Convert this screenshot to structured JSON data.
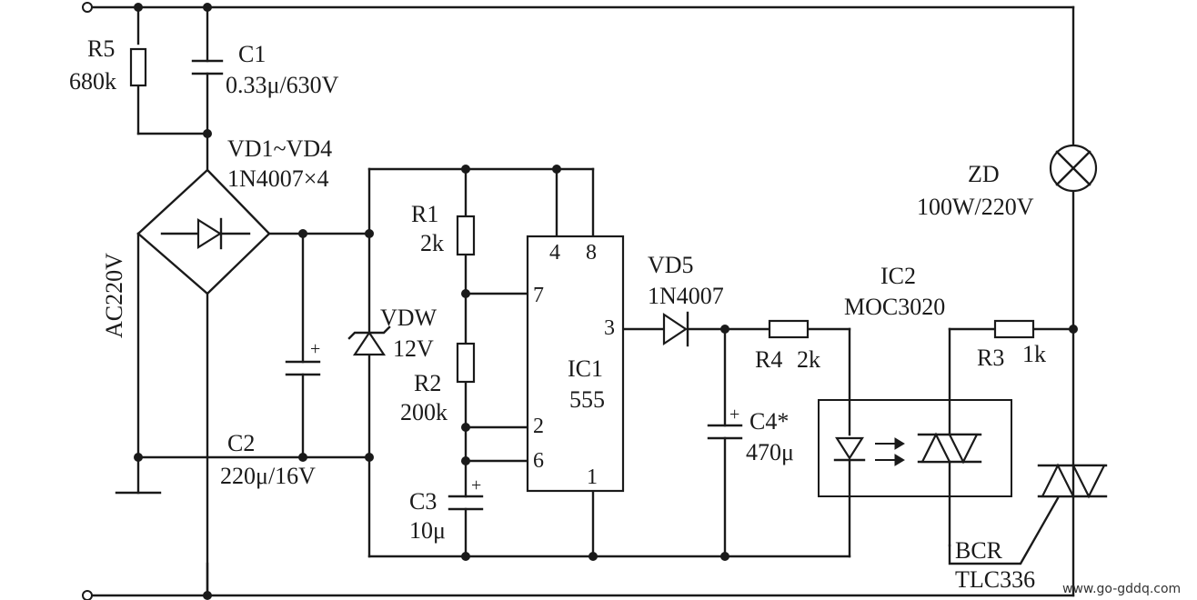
{
  "r5": {
    "name": "R5",
    "value": "680k"
  },
  "c1": {
    "name": "C1",
    "value": "0.33μ/630V"
  },
  "bridge": {
    "name": "VD1~VD4",
    "value": "1N4007×4"
  },
  "ac": {
    "label": "AC220V"
  },
  "c2": {
    "name": "C2",
    "value": "220μ/16V",
    "polarity": "+"
  },
  "vdw": {
    "name": "VDW",
    "value": "12V"
  },
  "r1": {
    "name": "R1",
    "value": "2k"
  },
  "r2": {
    "name": "R2",
    "value": "200k"
  },
  "c3": {
    "name": "C3",
    "value": "10μ",
    "polarity": "+"
  },
  "ic1": {
    "name": "IC1",
    "type": "555",
    "pins": {
      "p4": "4",
      "p8": "8",
      "p7": "7",
      "p3": "3",
      "p2": "2",
      "p6": "6",
      "p1": "1"
    }
  },
  "vd5": {
    "name": "VD5",
    "value": "1N4007"
  },
  "c4": {
    "name": "C4*",
    "value": "470μ",
    "polarity": "+"
  },
  "r4": {
    "name": "R4",
    "value": "2k"
  },
  "ic2": {
    "name": "IC2",
    "type": "MOC3020"
  },
  "r3": {
    "name": "R3",
    "value": "1k"
  },
  "zd": {
    "name": "ZD",
    "value": "100W/220V"
  },
  "bcr": {
    "name": "BCR",
    "type": "TLC336"
  },
  "watermark": "www.go-gddq.com"
}
